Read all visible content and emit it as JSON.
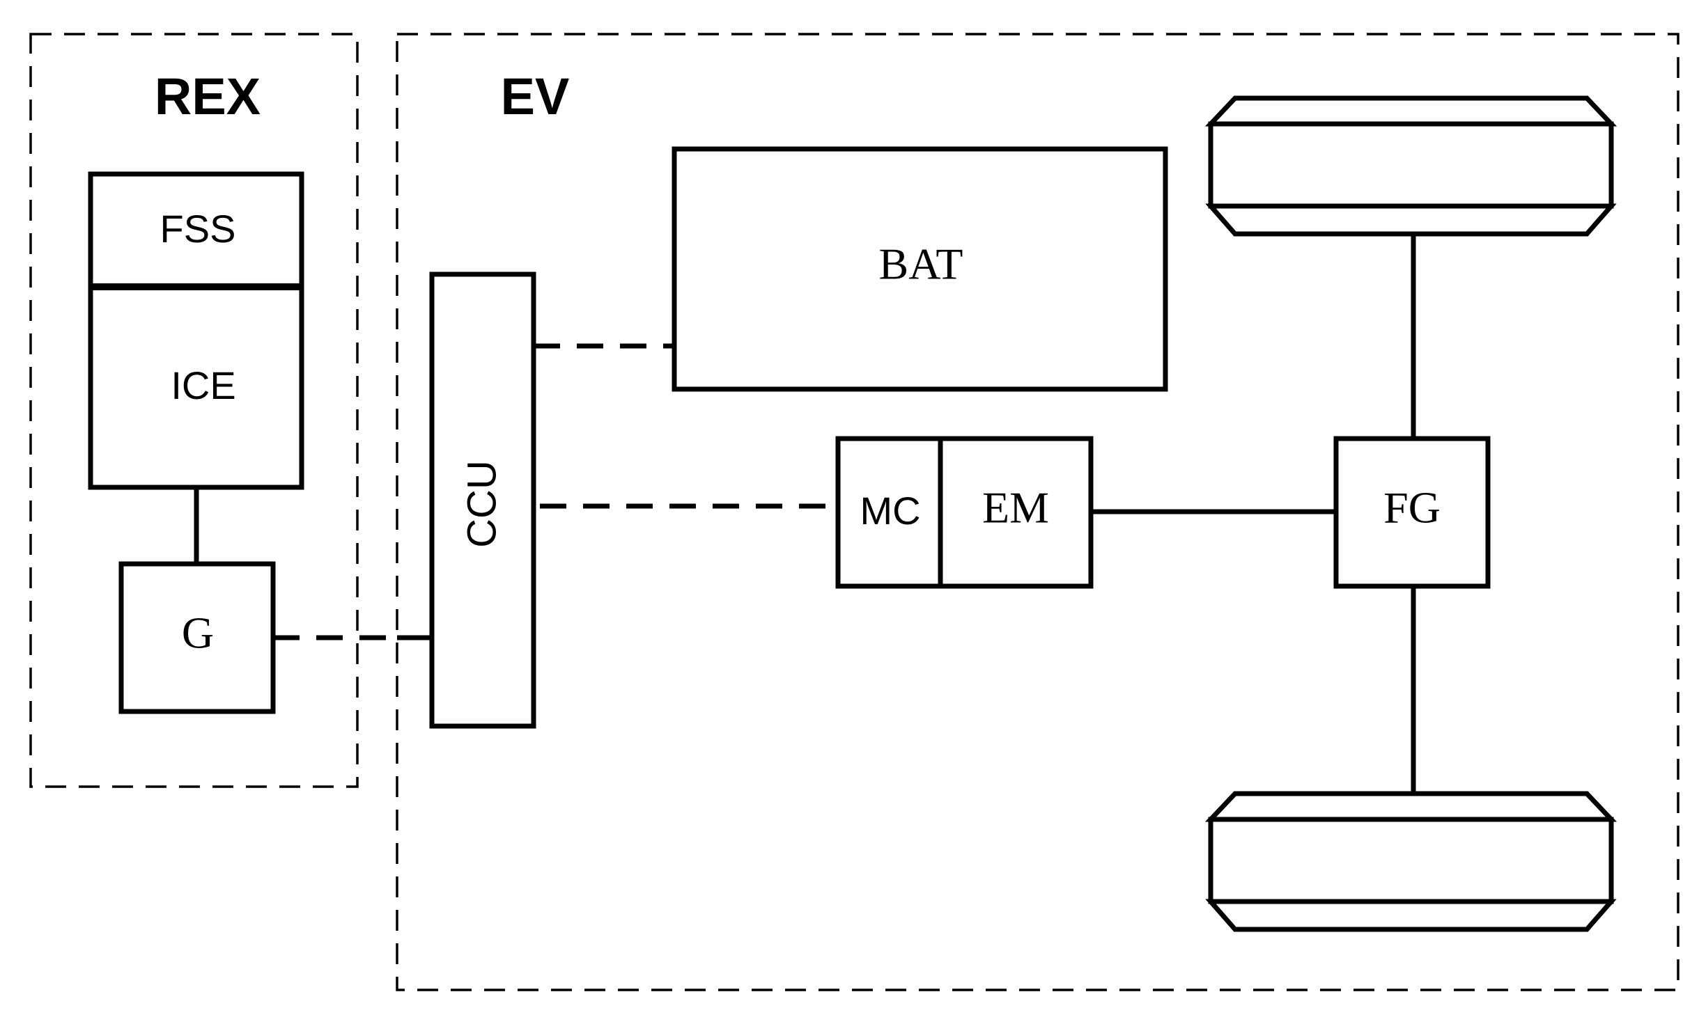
{
  "groups": {
    "rex": {
      "title": "REX"
    },
    "ev": {
      "title": "EV"
    }
  },
  "blocks": {
    "fss": "FSS",
    "ice": "ICE",
    "g": "G",
    "ccu": "CCU",
    "bat": "BAT",
    "mc": "MC",
    "em": "EM",
    "fg": "FG"
  },
  "connections": [
    {
      "from": "ICE",
      "to": "G",
      "style": "solid"
    },
    {
      "from": "G",
      "to": "CCU",
      "style": "dashed"
    },
    {
      "from": "CCU",
      "to": "BAT",
      "style": "dashed"
    },
    {
      "from": "CCU",
      "to": "MC",
      "style": "dashed"
    },
    {
      "from": "EM",
      "to": "FG",
      "style": "solid"
    },
    {
      "from": "FG",
      "to": "front-wheel",
      "style": "solid"
    },
    {
      "from": "FG",
      "to": "rear-wheel",
      "style": "solid"
    }
  ],
  "colors": {
    "stroke": "#000000",
    "background": "#ffffff"
  }
}
